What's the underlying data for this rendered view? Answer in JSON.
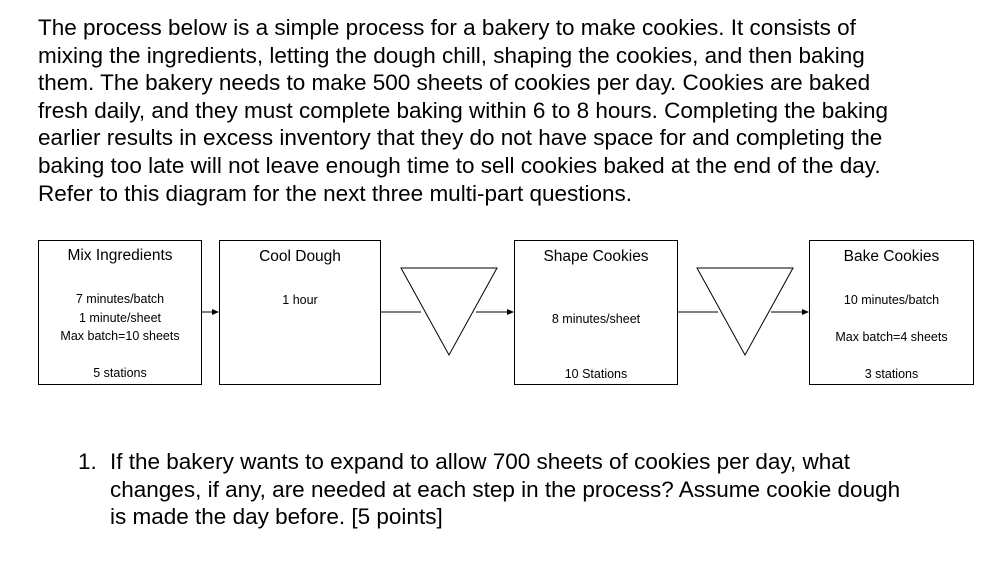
{
  "intro": {
    "lines": [
      "The process below is a simple process for a bakery to make cookies.  It consists of",
      "mixing the ingredients, letting the dough chill, shaping the cookies, and then baking",
      "them.  The bakery needs to make 500 sheets of cookies per day.  Cookies are baked",
      "fresh daily, and they must complete baking within 6 to 8 hours.  Completing the baking",
      "earlier results in excess inventory that they do not have space for and completing the",
      "baking too late will not leave enough time to sell cookies baked at the end of the day.",
      "Refer to this diagram for the next three multi-part questions."
    ]
  },
  "diagram": {
    "mix": {
      "title": "Mix Ingredients",
      "details": [
        "7 minutes/batch",
        "1 minute/sheet",
        "Max batch=10 sheets"
      ],
      "stations": "5 stations"
    },
    "cool": {
      "title": "Cool Dough",
      "details": [
        "1 hour"
      ],
      "stations": ""
    },
    "shape": {
      "title": "Shape Cookies",
      "details": [
        "8 minutes/sheet"
      ],
      "stations": "10 Stations"
    },
    "bake": {
      "title": "Bake Cookies",
      "details": [
        "10 minutes/batch",
        "",
        "Max batch=4 sheets"
      ],
      "stations": "3 stations"
    }
  },
  "question": {
    "number": "1.",
    "lines": [
      "If the bakery wants to expand to allow 700 sheets of cookies per day, what",
      "changes, if any, are needed at each step in the process? Assume cookie dough",
      "is made the day before. [5 points]"
    ]
  }
}
